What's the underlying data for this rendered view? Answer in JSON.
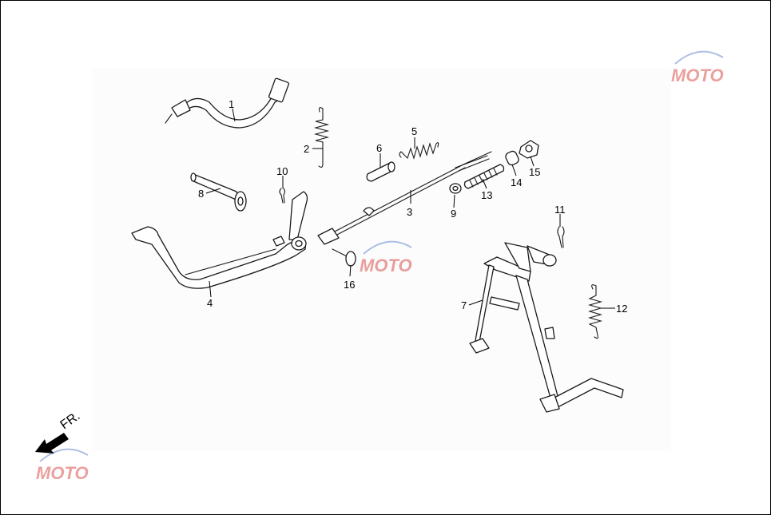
{
  "colors": {
    "line": "#1a1a1a",
    "background": "#ffffff",
    "watermark_red": "#d9534f",
    "watermark_blue": "#5b7fc7"
  },
  "parts": [
    {
      "id": "1",
      "label": "1",
      "icon": "wiring-harness-icon"
    },
    {
      "id": "2",
      "label": "2",
      "icon": "spring-icon"
    },
    {
      "id": "3",
      "label": "3",
      "icon": "brake-rod-icon"
    },
    {
      "id": "4",
      "label": "4",
      "icon": "brake-pedal-icon"
    },
    {
      "id": "5",
      "label": "5",
      "icon": "spring-icon"
    },
    {
      "id": "6",
      "label": "6",
      "icon": "collar-icon"
    },
    {
      "id": "7",
      "label": "7",
      "icon": "main-stand-icon"
    },
    {
      "id": "8",
      "label": "8",
      "icon": "pivot-shaft-icon"
    },
    {
      "id": "9",
      "label": "9",
      "icon": "washer-icon"
    },
    {
      "id": "10",
      "label": "10",
      "icon": "cotter-pin-icon"
    },
    {
      "id": "11",
      "label": "11",
      "icon": "cotter-pin-icon"
    },
    {
      "id": "12",
      "label": "12",
      "icon": "spring-icon"
    },
    {
      "id": "13",
      "label": "13",
      "icon": "spring-icon"
    },
    {
      "id": "14",
      "label": "14",
      "icon": "joint-icon"
    },
    {
      "id": "15",
      "label": "15",
      "icon": "adjusting-nut-icon"
    },
    {
      "id": "16",
      "label": "16",
      "icon": "pin-icon"
    }
  ],
  "direction": {
    "label": "FR.",
    "icon": "front-arrow-icon"
  },
  "watermark": {
    "text": "MOTO",
    "icon": "moto-logo-icon"
  }
}
